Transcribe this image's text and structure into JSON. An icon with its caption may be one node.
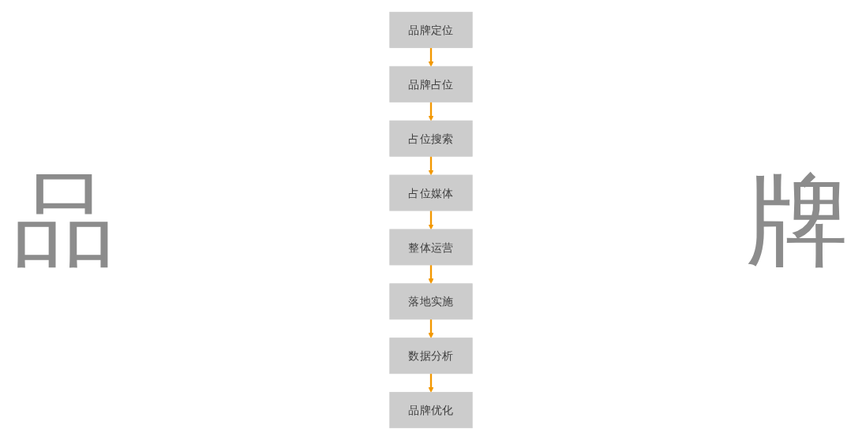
{
  "diagram": {
    "nodes": [
      {
        "text": [
          "品牌定位"
        ]
      },
      {
        "text": [
          "品牌占位"
        ]
      },
      {
        "text": [
          "占位搜索"
        ]
      },
      {
        "text": [
          "占位媒体"
        ]
      },
      {
        "text": [
          "整体运营"
        ]
      },
      {
        "text": [
          "落地实施"
        ]
      },
      {
        "text": [
          "数据分析"
        ]
      },
      {
        "text": [
          "品牌优化"
        ]
      }
    ],
    "edges": [
      {
        "from": 0,
        "to": 1,
        "arrow": "to"
      },
      {
        "from": 1,
        "to": 2,
        "arrow": "to"
      },
      {
        "from": 2,
        "to": 3,
        "arrow": "to"
      },
      {
        "from": 3,
        "to": 4,
        "arrow": "to"
      },
      {
        "from": 4,
        "to": 5,
        "arrow": "to"
      },
      {
        "from": 5,
        "to": 6,
        "arrow": "to"
      },
      {
        "from": 6,
        "to": 7,
        "arrow": "to"
      }
    ],
    "labels": [
      "品",
      "牌"
    ]
  }
}
